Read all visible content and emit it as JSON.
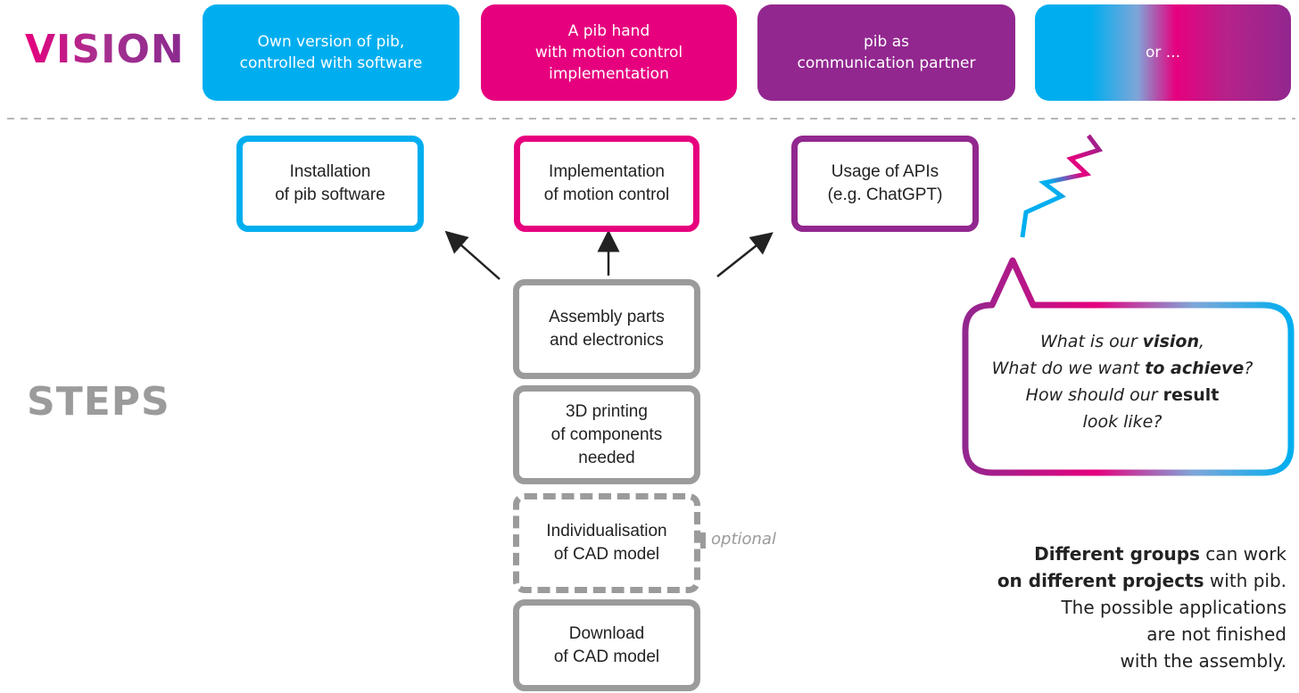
{
  "vision": {
    "title": "VISION",
    "boxes": [
      {
        "label": "Own version of pib,\ncontrolled with software",
        "color": "#00aeef"
      },
      {
        "label": "A pib hand\nwith motion control\nimplementation",
        "color": "#e6007e"
      },
      {
        "label": "pib as\ncommunication partner",
        "color": "#92278f"
      },
      {
        "label": "or ...",
        "color": "gradient"
      }
    ]
  },
  "steps": {
    "title": "STEPS",
    "top_row": [
      {
        "label": "Installation\nof pib software",
        "color": "#00aeef"
      },
      {
        "label": "Implementation\nof motion control",
        "color": "#e6007e"
      },
      {
        "label": "Usage of APIs\n(e.g. ChatGPT)",
        "color": "#92278f"
      }
    ],
    "stack": [
      {
        "label": "Assembly parts\nand electronics"
      },
      {
        "label": "3D printing\nof components\nneeded"
      },
      {
        "label": "Individualisation\nof CAD model",
        "style": "dashed"
      },
      {
        "label": "Download\nof CAD model"
      }
    ],
    "optional_label": "optional"
  },
  "speech_bubble": {
    "line1_pre": "What is our ",
    "line1_bold": "vision",
    "line1_post": ",",
    "line2_pre": "What do we want ",
    "line2_bold": "to achieve",
    "line2_post": "?",
    "line3_pre": "How should our ",
    "line3_bold": "result",
    "line4": "look like?"
  },
  "note": {
    "l1_bold": "Different groups",
    "l1_rest": " can work",
    "l2_bold": "on different projects",
    "l2_rest": " with pib.",
    "l3": "The possible applications",
    "l4": "are not finished",
    "l5": "with the assembly."
  },
  "colors": {
    "blue": "#00aeef",
    "pink": "#e6007e",
    "purple": "#92278f",
    "gray": "#9b9b9b"
  }
}
